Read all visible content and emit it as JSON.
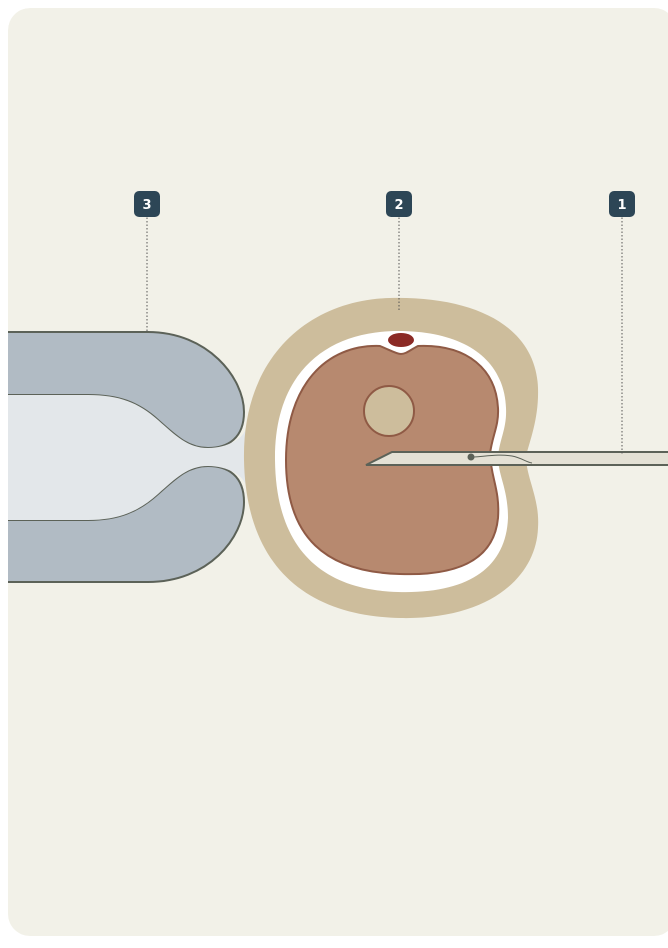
{
  "colors": {
    "background": "#f2f1e8",
    "holding_pipette_fill": "#b1bbc4",
    "holding_pipette_inner": "#e3e7ea",
    "pipette_outline": "#5c6258",
    "zona_pellucida": "#cdbd9c",
    "perivitelline_space": "#ffffff",
    "ooplasm": "#b7896f",
    "ooplasm_outline": "#8f5a45",
    "nucleus": "#cdbd9c",
    "polar_body": "#8b2a25",
    "injection_needle_fill": "#e4e1d5",
    "marker_bg": "#2d4656",
    "marker_text": "#ffffff",
    "leader_line": "#555555"
  },
  "markers": [
    {
      "number": "1"
    },
    {
      "number": "2"
    },
    {
      "number": "3"
    }
  ]
}
